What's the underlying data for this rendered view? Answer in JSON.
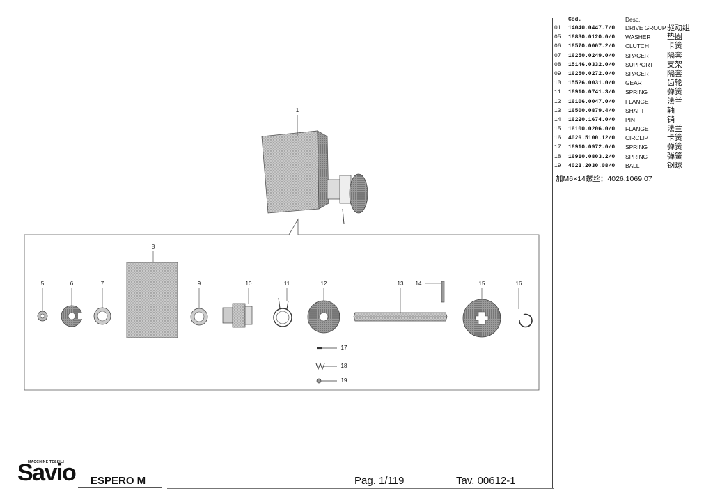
{
  "table": {
    "header_code": "Cod.",
    "header_desc": "Desc.",
    "rows": [
      {
        "no": "01",
        "code": "14040.0447.7/0",
        "desc": "DRIVE GROUP",
        "cn": "驱动组"
      },
      {
        "no": "05",
        "code": "16830.0120.0/0",
        "desc": "WASHER",
        "cn": "垫圈"
      },
      {
        "no": "06",
        "code": "16570.0007.2/0",
        "desc": "CLUTCH",
        "cn": "卡簧"
      },
      {
        "no": "07",
        "code": "16250.0249.0/0",
        "desc": "SPACER",
        "cn": "隔套"
      },
      {
        "no": "08",
        "code": "15146.0332.0/0",
        "desc": "SUPPORT",
        "cn": "支架"
      },
      {
        "no": "09",
        "code": "16250.0272.0/0",
        "desc": "SPACER",
        "cn": "隔套"
      },
      {
        "no": "10",
        "code": "15526.0031.0/0",
        "desc": "GEAR",
        "cn": "齿轮"
      },
      {
        "no": "11",
        "code": "16910.0741.3/0",
        "desc": "SPRING",
        "cn": "弹簧"
      },
      {
        "no": "12",
        "code": "16106.0047.0/0",
        "desc": "FLANGE",
        "cn": "法兰"
      },
      {
        "no": "13",
        "code": "16500.0879.4/0",
        "desc": "SHAFT",
        "cn": "轴"
      },
      {
        "no": "14",
        "code": "16220.1674.0/0",
        "desc": "PIN",
        "cn": "销"
      },
      {
        "no": "15",
        "code": "16100.0206.0/0",
        "desc": "FLANGE",
        "cn": "法兰"
      },
      {
        "no": "16",
        "code": "4026.5100.12/0",
        "desc": "CIRCLIP",
        "cn": "卡簧"
      },
      {
        "no": "17",
        "code": "16910.0972.0/0",
        "desc": "SPRING",
        "cn": "弹簧"
      },
      {
        "no": "18",
        "code": "16910.0803.2/0",
        "desc": "SPRING",
        "cn": "弹簧"
      },
      {
        "no": "19",
        "code": "4023.2030.08/0",
        "desc": "BALL",
        "cn": "钢球"
      }
    ],
    "note": "加M6×14螺丝：4026.1069.07"
  },
  "callouts": {
    "n1": "1",
    "n5": "5",
    "n6": "6",
    "n7": "7",
    "n8": "8",
    "n9": "9",
    "n10": "10",
    "n11": "11",
    "n12": "12",
    "n13": "13",
    "n14": "14",
    "n15": "15",
    "n16": "16",
    "n17": "17",
    "n18": "18",
    "n19": "19"
  },
  "footer": {
    "brand_small": "MACCHINE TESSILI",
    "brand": "Savio",
    "model": "ESPERO M",
    "page": "Pag. 1/119",
    "table_no": "Tav. 00612-1"
  }
}
